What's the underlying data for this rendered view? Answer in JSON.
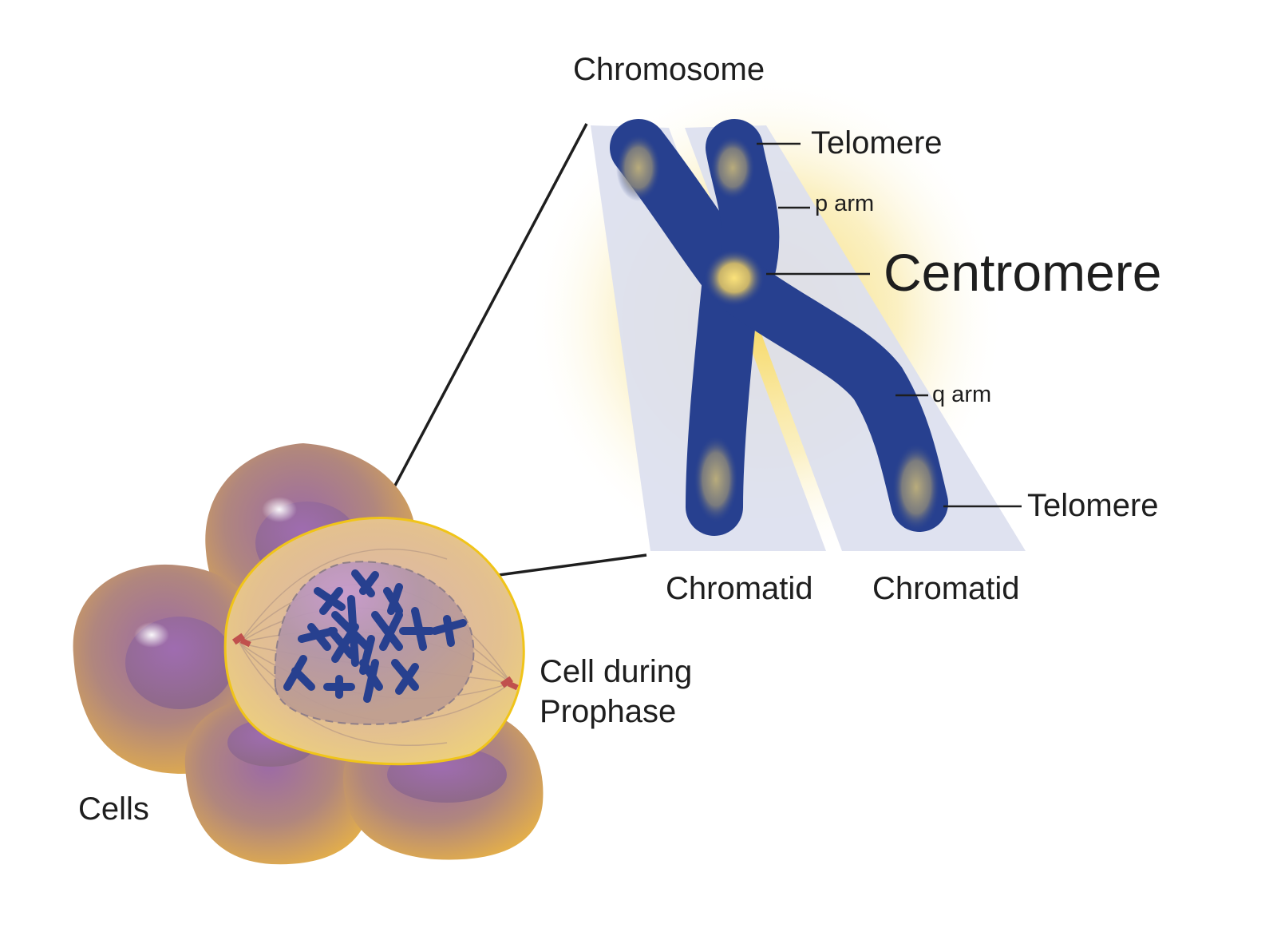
{
  "labels": {
    "chromosome": "Chromosome",
    "telomere_top": "Telomere",
    "p_arm": "p arm",
    "centromere": "Centromere",
    "q_arm": "q arm",
    "telomere_bottom": "Telomere",
    "chromatid_left": "Chromatid",
    "chromatid_right": "Chromatid",
    "cell_prophase_line1": "Cell during",
    "cell_prophase_line2": "Prophase",
    "cells": "Cells"
  },
  "colors": {
    "chromosome_blue": "#27408f",
    "chromosome_core": "#8c8a78",
    "centromere_glow": "#f2cf4a",
    "chromatid_band": "#dcdfef",
    "cell_outer": "#e8b24c",
    "cell_purple": "#9a6ea8",
    "prophase_fill": "#e9cc86",
    "prophase_border": "#f0c419",
    "nucleus": "#a88aa0",
    "leader_line": "#1e1e1e"
  }
}
